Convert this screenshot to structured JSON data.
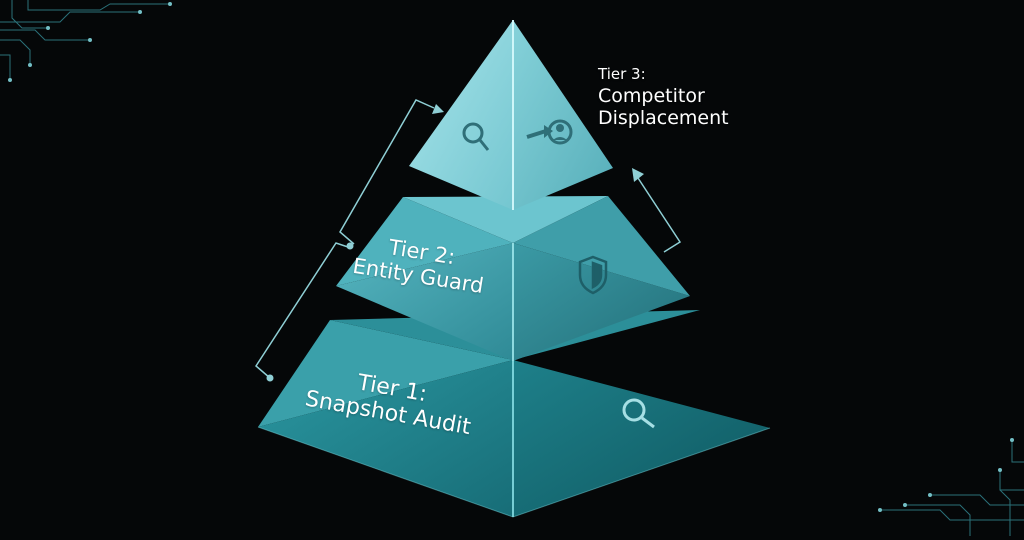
{
  "tiers": {
    "tier1": {
      "line1": "Tier 1:",
      "line2": "Snapshot Audit",
      "icon": "magnifier-icon"
    },
    "tier2": {
      "line1": "Tier 2:",
      "line2": "Entity Guard",
      "icon": "shield-icon"
    },
    "tier3": {
      "line1": "Tier 3:",
      "line2": "Competitor",
      "line3": "Displacement",
      "icons": [
        "magnifier-icon",
        "user-target-arrow-icon"
      ]
    }
  },
  "colors": {
    "background": "#050708",
    "accent": "#5fc6cc",
    "tier1": "#1c7e88",
    "tier2": "#3fa4b0",
    "tier3": "#8fd8df"
  }
}
